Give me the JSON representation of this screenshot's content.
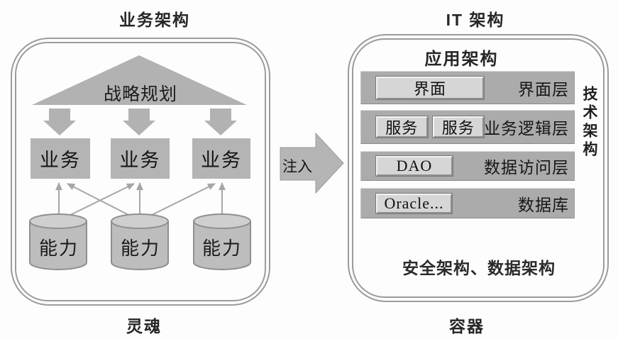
{
  "business_architecture": {
    "title": "业务架构",
    "caption": "灵魂",
    "strategy_triangle_label": "战略规划",
    "business_boxes": [
      "业务",
      "业务",
      "业务"
    ],
    "capability_cylinders": [
      "能力",
      "能力",
      "能力"
    ]
  },
  "inject_arrow": {
    "label": "注入"
  },
  "it_architecture": {
    "title": "IT 架构",
    "caption": "容器",
    "application_header": "应用架构",
    "technical_side_label": "技术架构",
    "security_data_footer": "安全架构、数据架构",
    "layers": [
      {
        "components": [
          "界面"
        ],
        "label": "界面层"
      },
      {
        "components": [
          "服务",
          "服务"
        ],
        "label": "业务逻辑层"
      },
      {
        "components": [
          "DAO"
        ],
        "label": "数据访问层"
      },
      {
        "components": [
          "Oracle..."
        ],
        "label": "数据库"
      }
    ]
  },
  "colors": {
    "shape_gray": "#b3b3b3",
    "bar_gray": "#ababab",
    "button_gray": "#d6d6d6",
    "cylinder_body": "#bdbdbd",
    "cylinder_top": "#cfcfcf",
    "panel_border": "#9b9b9b",
    "connector_line": "#a6a6a6",
    "text_dark": "#1d1d1d"
  }
}
